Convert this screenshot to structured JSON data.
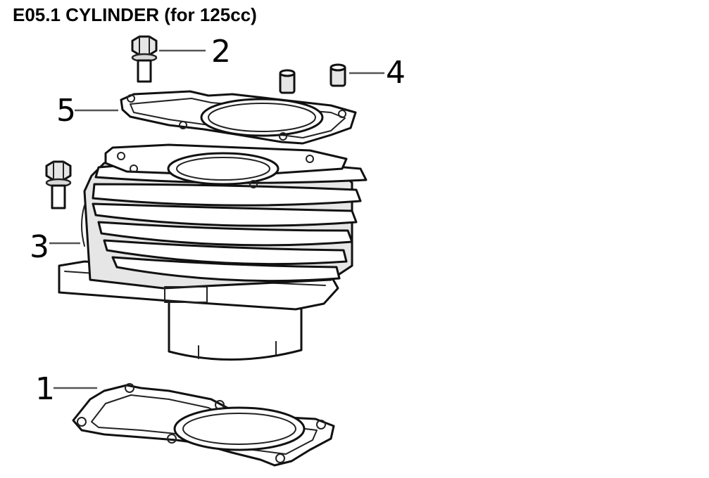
{
  "title": "E05.1 CYLINDER (for 125cc)",
  "callouts": [
    "1",
    "2",
    "3",
    "4",
    "5"
  ],
  "parts": [
    {
      "number": "1",
      "icon": "cylinder-base-gasket"
    },
    {
      "number": "2",
      "icon": "flange-bolt"
    },
    {
      "number": "3",
      "icon": "cylinder-block"
    },
    {
      "number": "4",
      "icon": "dowel-pin"
    },
    {
      "number": "5",
      "icon": "cylinder-head-gasket"
    }
  ]
}
